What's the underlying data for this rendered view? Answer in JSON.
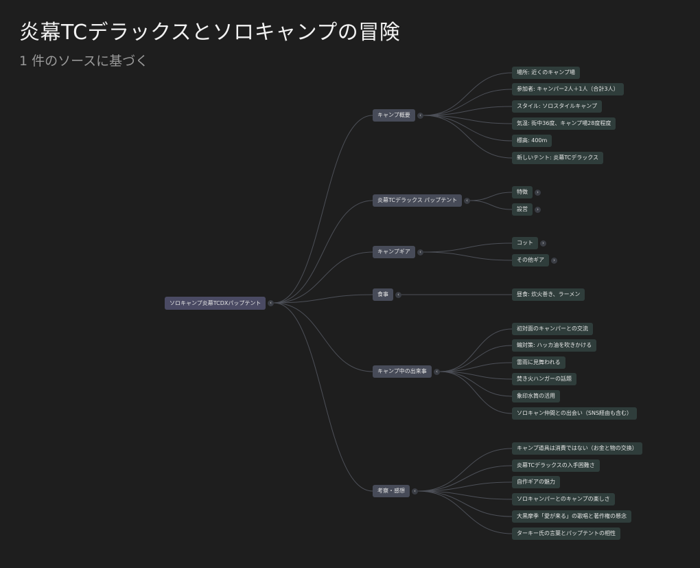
{
  "header": {
    "title": "炎幕TCデラックスとソロキャンプの冒険",
    "subtitle": "1 件のソースに基づく"
  },
  "icons": {
    "collapse": "chevron-left-icon",
    "expand": "chevron-right-icon"
  },
  "mindmap": {
    "root": {
      "label": "ソロキャンプ炎幕TCDXパップテント"
    },
    "branches": [
      {
        "label": "キャンプ概要",
        "children": [
          {
            "label": "場所: 近くのキャンプ場"
          },
          {
            "label": "参加者: キャンパー2人＋1人（合計3人）"
          },
          {
            "label": "スタイル: ソロスタイルキャンプ"
          },
          {
            "label": "気温: 街中36度、キャンプ場28度程度"
          },
          {
            "label": "標高: 400m"
          },
          {
            "label": "新しいテント: 炎幕TCデラックス"
          }
        ]
      },
      {
        "label": "炎幕TCデラックス パップテント",
        "children": [
          {
            "label": "特徴",
            "expandable": true
          },
          {
            "label": "設営",
            "expandable": true
          }
        ]
      },
      {
        "label": "キャンプギア",
        "children": [
          {
            "label": "コット",
            "expandable": true
          },
          {
            "label": "その他ギア",
            "expandable": true
          }
        ]
      },
      {
        "label": "食事",
        "children": [
          {
            "label": "昼食: 炊火巻き、ラーメン"
          }
        ]
      },
      {
        "label": "キャンプ中の出来事",
        "children": [
          {
            "label": "初対面のキャンパーとの交流"
          },
          {
            "label": "蝙対策: ハッカ油を吹きかける"
          },
          {
            "label": "雷雨に見舞われる"
          },
          {
            "label": "焚き火ハンガーの話題"
          },
          {
            "label": "象印水筒の活用"
          },
          {
            "label": "ソロキャン仲間との出会い（SNS経由も含む）"
          }
        ]
      },
      {
        "label": "考察・感想",
        "children": [
          {
            "label": "キャンプ道具は消費ではない（お金と物の交換）"
          },
          {
            "label": "炎幕TCデラックスの入手困難さ"
          },
          {
            "label": "自作ギアの魅力"
          },
          {
            "label": "ソロキャンパーとのキャンプの楽しさ"
          },
          {
            "label": "大黒摩季「愛が来る」の歌唱と著作権の懸念"
          },
          {
            "label": "ターキー氏の言葉とパップテントの相性"
          }
        ]
      }
    ]
  }
}
